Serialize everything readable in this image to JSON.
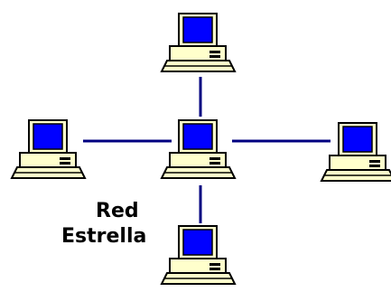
{
  "diagram": {
    "title_line1": "Red",
    "title_line2": "Estrella",
    "topology": "star",
    "hub": "center-computer",
    "nodes": [
      {
        "id": "center-computer",
        "role": "hub"
      },
      {
        "id": "top-computer",
        "role": "node"
      },
      {
        "id": "left-computer",
        "role": "node"
      },
      {
        "id": "right-computer",
        "role": "node"
      },
      {
        "id": "bottom-computer",
        "role": "node"
      }
    ],
    "links": [
      {
        "from": "center-computer",
        "to": "top-computer"
      },
      {
        "from": "center-computer",
        "to": "left-computer"
      },
      {
        "from": "center-computer",
        "to": "right-computer"
      },
      {
        "from": "center-computer",
        "to": "bottom-computer"
      }
    ]
  },
  "colors": {
    "link": "#000080",
    "screen": "#0000ff",
    "case": "#ffffcc",
    "outline": "#000000",
    "background": "#ffffff"
  },
  "icons": {
    "computer": "desktop-computer-icon"
  }
}
